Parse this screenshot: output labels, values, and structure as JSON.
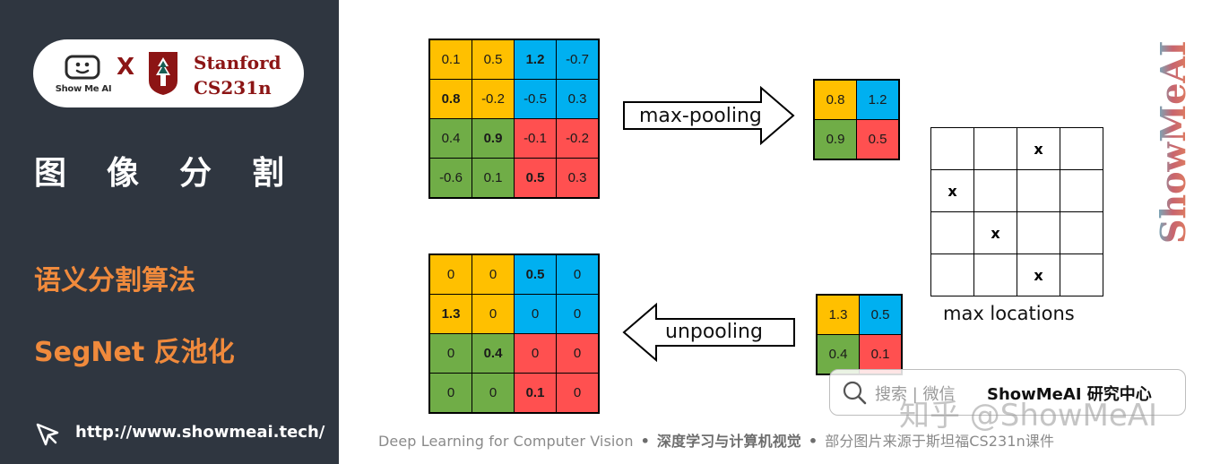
{
  "sidebar": {
    "showme_label": "Show Me AI",
    "times_sign": "X",
    "stanford_line1": "Stanford",
    "stanford_line2": "CS231n",
    "section_title": "图像分割",
    "subtitle_1": "语义分割算法",
    "subtitle_2": "SegNet 反池化",
    "url": "http://www.showmeai.tech/"
  },
  "diagram": {
    "input_grid": [
      [
        {
          "v": "0.1",
          "c": "y",
          "b": false
        },
        {
          "v": "0.5",
          "c": "y",
          "b": false
        },
        {
          "v": "1.2",
          "c": "b",
          "b": true
        },
        {
          "v": "-0.7",
          "c": "b",
          "b": false
        }
      ],
      [
        {
          "v": "0.8",
          "c": "y",
          "b": true
        },
        {
          "v": "-0.2",
          "c": "y",
          "b": false
        },
        {
          "v": "-0.5",
          "c": "b",
          "b": false
        },
        {
          "v": "0.3",
          "c": "b",
          "b": false
        }
      ],
      [
        {
          "v": "0.4",
          "c": "g",
          "b": false
        },
        {
          "v": "0.9",
          "c": "g",
          "b": true
        },
        {
          "v": "-0.1",
          "c": "r",
          "b": false
        },
        {
          "v": "-0.2",
          "c": "r",
          "b": false
        }
      ],
      [
        {
          "v": "-0.6",
          "c": "g",
          "b": false
        },
        {
          "v": "0.1",
          "c": "g",
          "b": false
        },
        {
          "v": "0.5",
          "c": "r",
          "b": true
        },
        {
          "v": "0.3",
          "c": "r",
          "b": false
        }
      ]
    ],
    "maxpool_label": "max-pooling",
    "pooled_grid": [
      [
        {
          "v": "0.8",
          "c": "y",
          "b": false
        },
        {
          "v": "1.2",
          "c": "b",
          "b": false
        }
      ],
      [
        {
          "v": "0.9",
          "c": "g",
          "b": false
        },
        {
          "v": "0.5",
          "c": "r",
          "b": false
        }
      ]
    ],
    "max_locations": [
      [
        "",
        "",
        "x",
        ""
      ],
      [
        "x",
        "",
        "",
        ""
      ],
      [
        "",
        "x",
        "",
        ""
      ],
      [
        "",
        "",
        "x",
        ""
      ]
    ],
    "max_locations_label": "max locations",
    "unpool_input_grid": [
      [
        {
          "v": "1.3",
          "c": "y",
          "b": false
        },
        {
          "v": "0.5",
          "c": "b",
          "b": false
        }
      ],
      [
        {
          "v": "0.4",
          "c": "g",
          "b": false
        },
        {
          "v": "0.1",
          "c": "r",
          "b": false
        }
      ]
    ],
    "unpool_label": "unpooling",
    "output_grid": [
      [
        {
          "v": "0",
          "c": "y",
          "b": false
        },
        {
          "v": "0",
          "c": "y",
          "b": false
        },
        {
          "v": "0.5",
          "c": "b",
          "b": true
        },
        {
          "v": "0",
          "c": "b",
          "b": false
        }
      ],
      [
        {
          "v": "1.3",
          "c": "y",
          "b": true
        },
        {
          "v": "0",
          "c": "y",
          "b": false
        },
        {
          "v": "0",
          "c": "b",
          "b": false
        },
        {
          "v": "0",
          "c": "b",
          "b": false
        }
      ],
      [
        {
          "v": "0",
          "c": "g",
          "b": false
        },
        {
          "v": "0.4",
          "c": "g",
          "b": true
        },
        {
          "v": "0",
          "c": "r",
          "b": false
        },
        {
          "v": "0",
          "c": "r",
          "b": false
        }
      ],
      [
        {
          "v": "0",
          "c": "g",
          "b": false
        },
        {
          "v": "0",
          "c": "g",
          "b": false
        },
        {
          "v": "0.1",
          "c": "r",
          "b": true
        },
        {
          "v": "0",
          "c": "r",
          "b": false
        }
      ]
    ]
  },
  "watermark": {
    "vertical_brand": "ShowMeAI",
    "search_prefix": "搜索 | 微信",
    "search_brand": "ShowMeAI 研究中心",
    "zhihu": "知乎 @ShowMeAI"
  },
  "footer": {
    "part1": "Deep Learning for Computer Vision",
    "sep": "•",
    "part2": "深度学习与计算机视觉",
    "part3": "部分图片来源于斯坦福CS231n课件"
  },
  "colors": {
    "panel_bg": "#2f3640",
    "accent_orange": "#f08a3c",
    "stanford_red": "#8c1515",
    "cell_yellow": "#ffc000",
    "cell_blue": "#00b0f0",
    "cell_green": "#70ad47",
    "cell_red": "#ff5050"
  }
}
